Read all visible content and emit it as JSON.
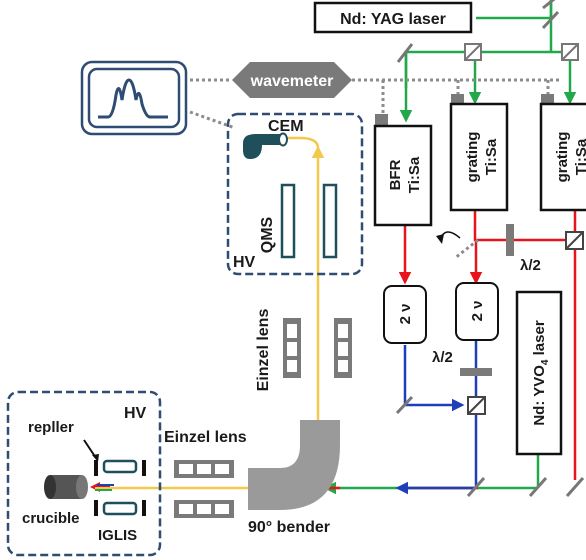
{
  "labels": {
    "nd_yag": "Nd: YAG laser",
    "wavemeter": "wavemeter",
    "cem": "CEM",
    "qms": "QMS",
    "hv_top": "HV",
    "hv_bottom": "HV",
    "bfr_line1": "BFR",
    "bfr_line2": "Ti:Sa",
    "grating1_line1": "grating",
    "grating1_line2": "Ti:Sa",
    "grating2_line1": "grating",
    "grating2_line2": "Ti:Sa",
    "two_nu": "2 ν",
    "lambda_half": "λ/2",
    "nd_yvo4_pre": "Nd: YVO",
    "nd_yvo4_sub": "4",
    "nd_yvo4_post": " laser",
    "einzel_lens_vertical": "Einzel lens",
    "einzel_lens_horizontal": "Einzel lens",
    "repeller": "repller",
    "crucible": "crucible",
    "iglis": "IGLIS",
    "bender": "90° bender"
  },
  "colors": {
    "green": "#22a84a",
    "red": "#e8141b",
    "blue": "#1f3fb8",
    "yellow": "#f2c94c",
    "navy": "#2f4c72",
    "dark_teal": "#1f4f5a",
    "gray": "#8c8c8c"
  }
}
